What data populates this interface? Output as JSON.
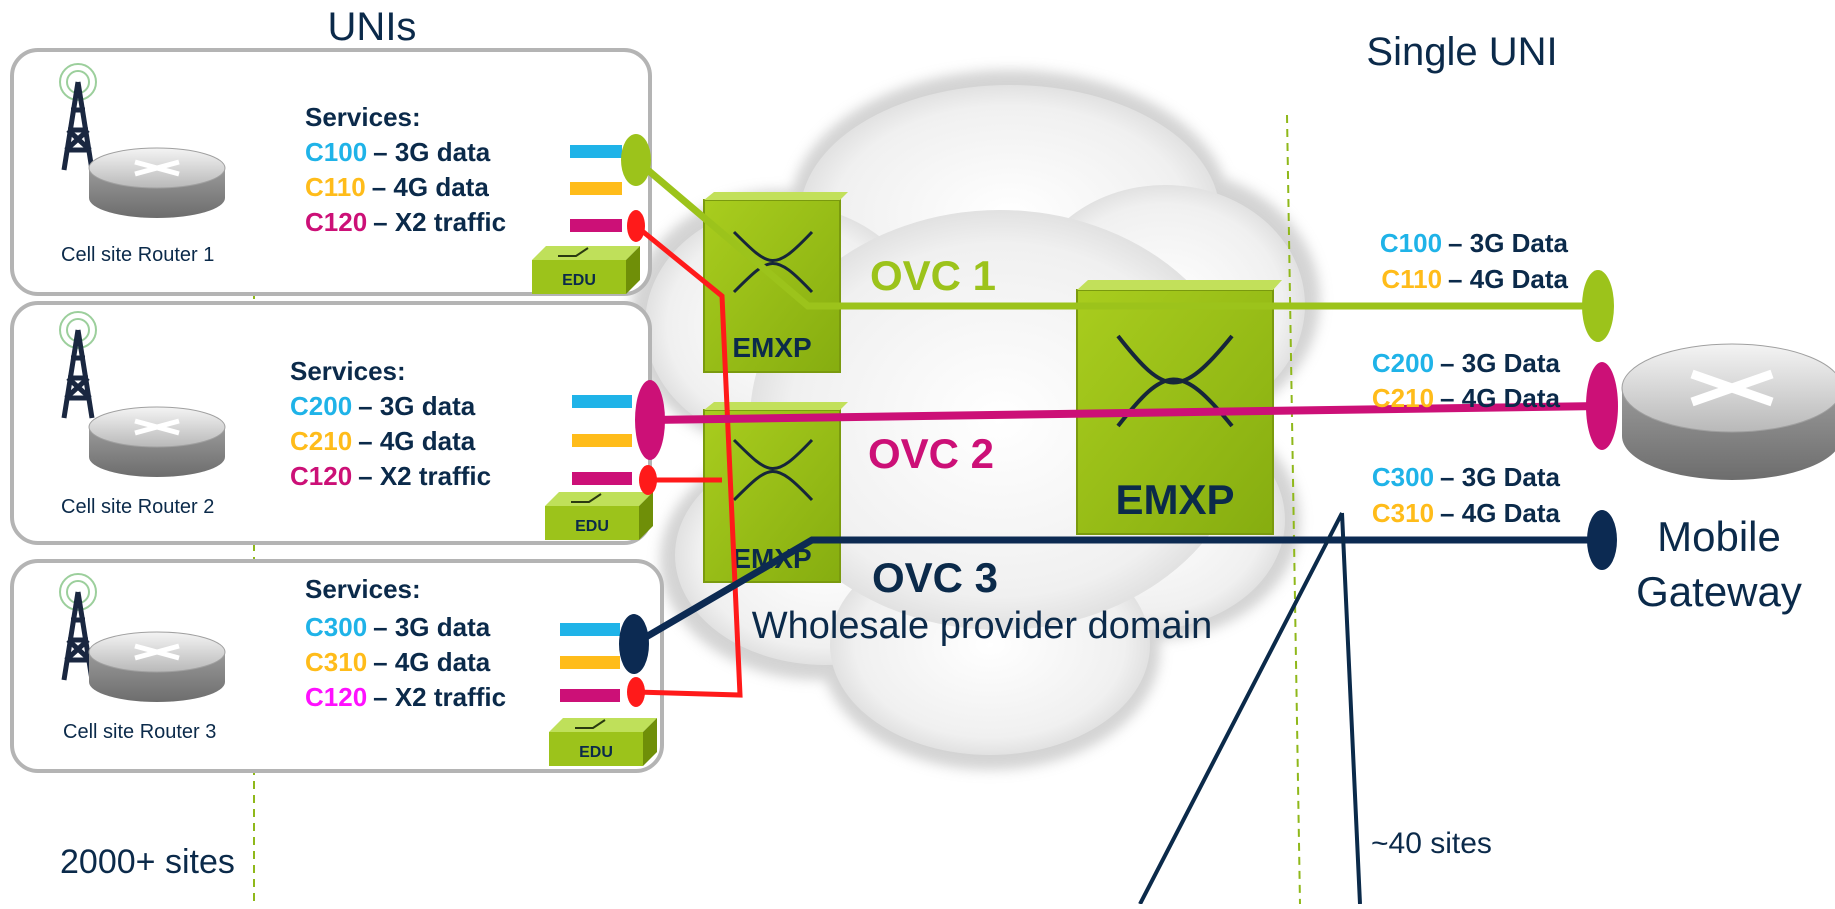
{
  "headers": {
    "unis": "UNIs",
    "single_uni": "Single UNI"
  },
  "colors": {
    "c3g": "#1fb3e8",
    "c4g": "#ffbc1a",
    "cx2": "#cc1077",
    "cx2_magenta": "#ff10ff",
    "ovc1": "#9cc31b",
    "ovc2": "#cc1077",
    "ovc3": "#0c2a52",
    "x2_line": "#ff1a1a",
    "navy": "#0b2a4a",
    "edu": "#9cc31b",
    "emxp": "#9cc31b"
  },
  "sites": [
    {
      "router_label": "Cell site Router 1",
      "services_title": "Services:",
      "services": [
        {
          "code": "C100",
          "desc": "– 3G data",
          "color": "#1fb3e8"
        },
        {
          "code": "C110",
          "desc": "– 4G data",
          "color": "#ffbc1a"
        },
        {
          "code": "C120",
          "desc": "– X2 traffic",
          "color": "#cc1077"
        }
      ],
      "edu_label": "EDU"
    },
    {
      "router_label": "Cell site Router 2",
      "services_title": "Services:",
      "services": [
        {
          "code": "C200",
          "desc": "– 3G data",
          "color": "#1fb3e8"
        },
        {
          "code": "C210",
          "desc": "– 4G data",
          "color": "#ffbc1a"
        },
        {
          "code": "C120",
          "desc": "– X2 traffic",
          "color": "#cc1077"
        }
      ],
      "edu_label": "EDU"
    },
    {
      "router_label": "Cell site Router 3",
      "services_title": "Services:",
      "services": [
        {
          "code": "C300",
          "desc": "– 3G data",
          "color": "#1fb3e8"
        },
        {
          "code": "C310",
          "desc": "– 4G data",
          "color": "#ffbc1a"
        },
        {
          "code": "C120",
          "desc": "– X2 traffic",
          "color": "#ff10ff"
        }
      ],
      "edu_label": "EDU"
    }
  ],
  "cloud": {
    "emxp_small_1": "EMXP",
    "emxp_small_2": "EMXP",
    "emxp_big": "EMXP",
    "ovc1": "OVC 1",
    "ovc2": "OVC 2",
    "ovc3": "OVC 3",
    "domain_label": "Wholesale provider domain"
  },
  "gateway_services": [
    {
      "code": "C100",
      "desc": "– 3G Data",
      "color": "#1fb3e8"
    },
    {
      "code": "C110",
      "desc": "– 4G Data",
      "color": "#ffbc1a"
    },
    {
      "code": "C200",
      "desc": "– 3G Data",
      "color": "#1fb3e8"
    },
    {
      "code": "C210",
      "desc": "– 4G Data",
      "color": "#ffbc1a"
    },
    {
      "code": "C300",
      "desc": "– 3G Data",
      "color": "#1fb3e8"
    },
    {
      "code": "C310",
      "desc": "– 4G Data",
      "color": "#ffbc1a"
    }
  ],
  "gateway": {
    "label_line1": "Mobile",
    "label_line2": "Gateway"
  },
  "footer": {
    "left_sites": "2000+ sites",
    "right_sites": "~40 sites"
  }
}
